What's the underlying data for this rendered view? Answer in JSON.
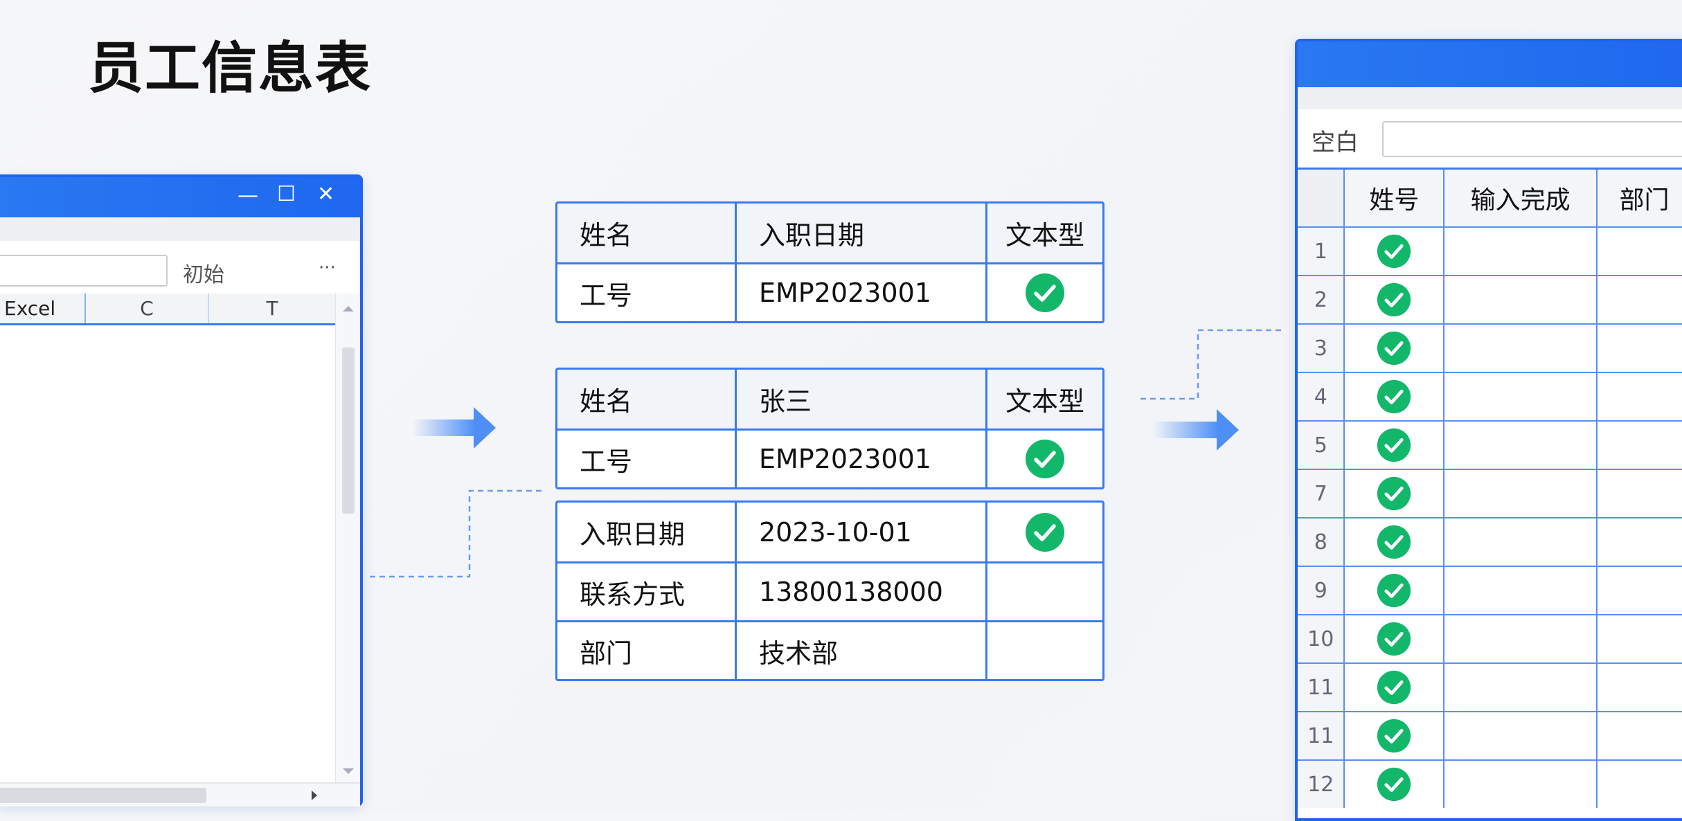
{
  "title": "员工信息表",
  "colors": {
    "accent": "#1f63f0",
    "check": "#12b76a"
  },
  "left_window": {
    "controls": {
      "minimize": "—",
      "maximize": "☐",
      "close": "✕"
    },
    "toolbar_label": "初始",
    "more": "···",
    "columns": [
      "Excel",
      "C",
      "T"
    ]
  },
  "tables": [
    {
      "rows": [
        [
          "姓名",
          "入职日期",
          "文本型"
        ],
        [
          "工号",
          "EMP2023001",
          "check"
        ]
      ]
    },
    {
      "rows": [
        [
          "姓名",
          "张三",
          "文本型"
        ],
        [
          "工号",
          "EMP2023001",
          "check"
        ]
      ]
    },
    {
      "rows": [
        [
          "入职日期",
          "2023-10-01",
          "check"
        ],
        [
          "联系方式",
          "13800138000",
          ""
        ],
        [
          "部门",
          "技术部",
          ""
        ]
      ]
    }
  ],
  "right_window": {
    "field_label": "空白",
    "field_value": "",
    "columns": [
      "姓号",
      "输入完成",
      "部门"
    ],
    "rows": [
      {
        "num": "1",
        "done": true
      },
      {
        "num": "2",
        "done": true
      },
      {
        "num": "3",
        "done": true
      },
      {
        "num": "4",
        "done": true
      },
      {
        "num": "5",
        "done": true
      },
      {
        "num": "7",
        "done": true
      },
      {
        "num": "8",
        "done": true
      },
      {
        "num": "9",
        "done": true
      },
      {
        "num": "10",
        "done": true
      },
      {
        "num": "11",
        "done": true
      },
      {
        "num": "11",
        "done": true
      },
      {
        "num": "12",
        "done": true
      }
    ]
  }
}
